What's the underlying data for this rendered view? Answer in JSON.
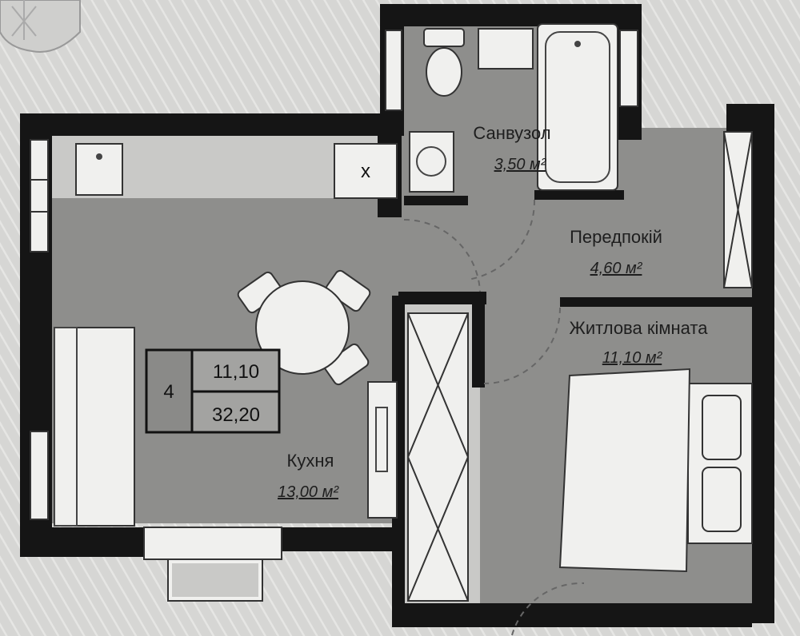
{
  "rooms": {
    "bathroom": {
      "name": "Санвузол",
      "area": "3,50 м²"
    },
    "hallway": {
      "name": "Передпокій",
      "area": "4,60 м²"
    },
    "living_room": {
      "name": "Житлова кімната",
      "area": "11,10 м²"
    },
    "kitchen": {
      "name": "Кухня",
      "area": "13,00 м²"
    }
  },
  "badge": {
    "number": "4",
    "living_area": "11,10",
    "total_area": "32,20"
  },
  "stove_mark": "x",
  "colors": {
    "floor_room": "#8e8e8c",
    "floor_tile": "#c9c9c7",
    "walls": "#151515",
    "background": "#d9d9d7"
  }
}
